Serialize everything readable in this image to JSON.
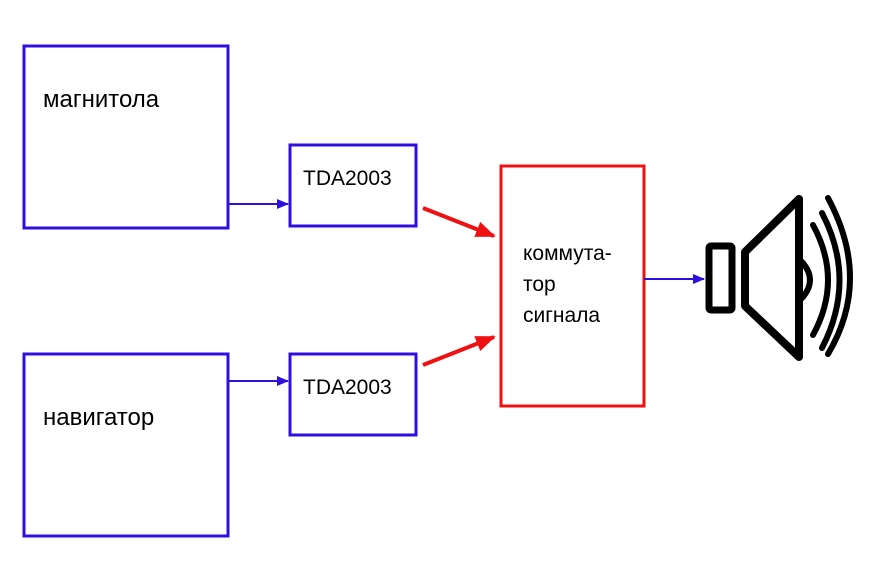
{
  "colors": {
    "blue": "#2f0fe0",
    "red": "#ee1111",
    "black": "#000000"
  },
  "blocks": {
    "radio": {
      "label": "магнитола"
    },
    "navigator": {
      "label": "навигатор"
    },
    "amp_top": {
      "label": "TDA2003"
    },
    "amp_bottom": {
      "label": "TDA2003"
    },
    "switch": {
      "lines": [
        "коммута-",
        "тор",
        "сигнала"
      ]
    }
  },
  "icons": {
    "speaker": "speaker-icon"
  }
}
